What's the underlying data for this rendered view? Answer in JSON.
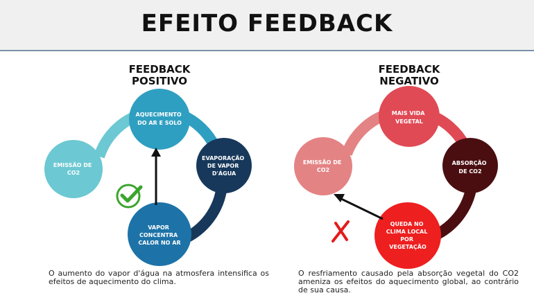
{
  "title": "EFEITO FEEDBACK",
  "positive": {
    "heading_line1": "FEEDBACK",
    "heading_line2": "POSITIVO",
    "nodes": {
      "top": [
        "AQUECIMENTO",
        "DO AR E SOLO"
      ],
      "right": [
        "EVAPORAÇÃO",
        "DE VAPOR",
        "D'ÁGUA"
      ],
      "bottom": [
        "VAPOR",
        "CONCENTRA",
        "CALOR NO AR"
      ],
      "left": [
        "EMISSÃO DE",
        "CO2"
      ]
    },
    "description": "O aumento do vapor d'água na atmosfera intensifica os efeitos de aquecimento do clima.",
    "mark": "check-icon"
  },
  "negative": {
    "heading_line1": "FEEDBACK",
    "heading_line2": "NEGATIVO",
    "nodes": {
      "top": [
        "MAIS VIDA",
        "VEGETAL"
      ],
      "right": [
        "ABSORÇÃO",
        "DE CO2"
      ],
      "bottom": [
        "QUEDA NO",
        "CLIMA LOCAL",
        "POR",
        "VEGETAÇÃO"
      ],
      "left": [
        "EMISSÃO DE",
        "CO2"
      ]
    },
    "description": "O resfriamento causado pela absorção vegetal do CO2 ameniza os efeitos do aquecimento global, ao contrário de sua causa.",
    "mark": "x-icon"
  },
  "colors": {
    "pos_light": "#6cc8d2",
    "pos_mid": "#2f9fc1",
    "pos_dark": "#17385a",
    "pos_bottom": "#1d73a8",
    "neg_light": "#e48384",
    "neg_mid": "#e04a55",
    "neg_dark": "#4a0e10",
    "neg_bottom": "#ee1f1f",
    "check": "#3aa52c",
    "cross": "#e41b1b"
  }
}
